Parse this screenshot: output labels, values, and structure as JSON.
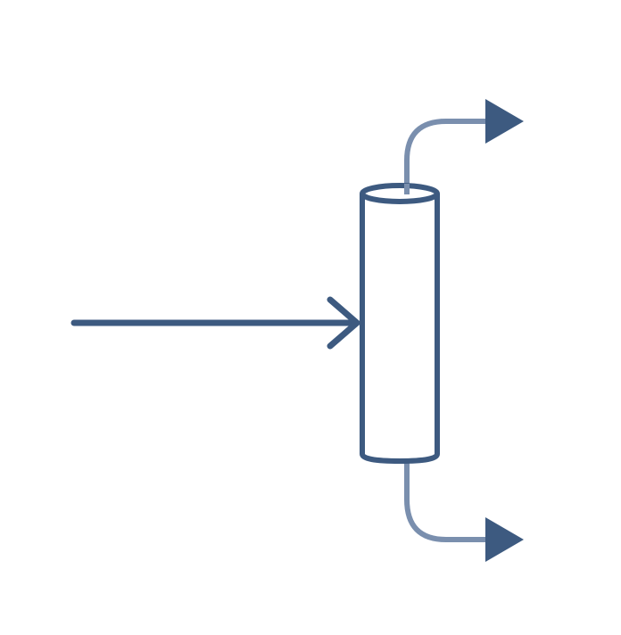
{
  "diagram": {
    "type": "process-flow",
    "nodes": [
      {
        "id": "column",
        "kind": "vertical-vessel"
      }
    ],
    "edges": [
      {
        "id": "feed",
        "from": "external",
        "to": "column",
        "port": "side-middle",
        "arrowhead": "open-chevron"
      },
      {
        "id": "overhead",
        "from": "column",
        "to": "external",
        "port": "top",
        "arrowhead": "filled-triangle"
      },
      {
        "id": "bottoms",
        "from": "column",
        "to": "external",
        "port": "bottom",
        "arrowhead": "filled-triangle"
      }
    ]
  },
  "colors": {
    "primary": "#3d5a80",
    "secondary": "#7a8fae",
    "background": "#ffffff"
  }
}
